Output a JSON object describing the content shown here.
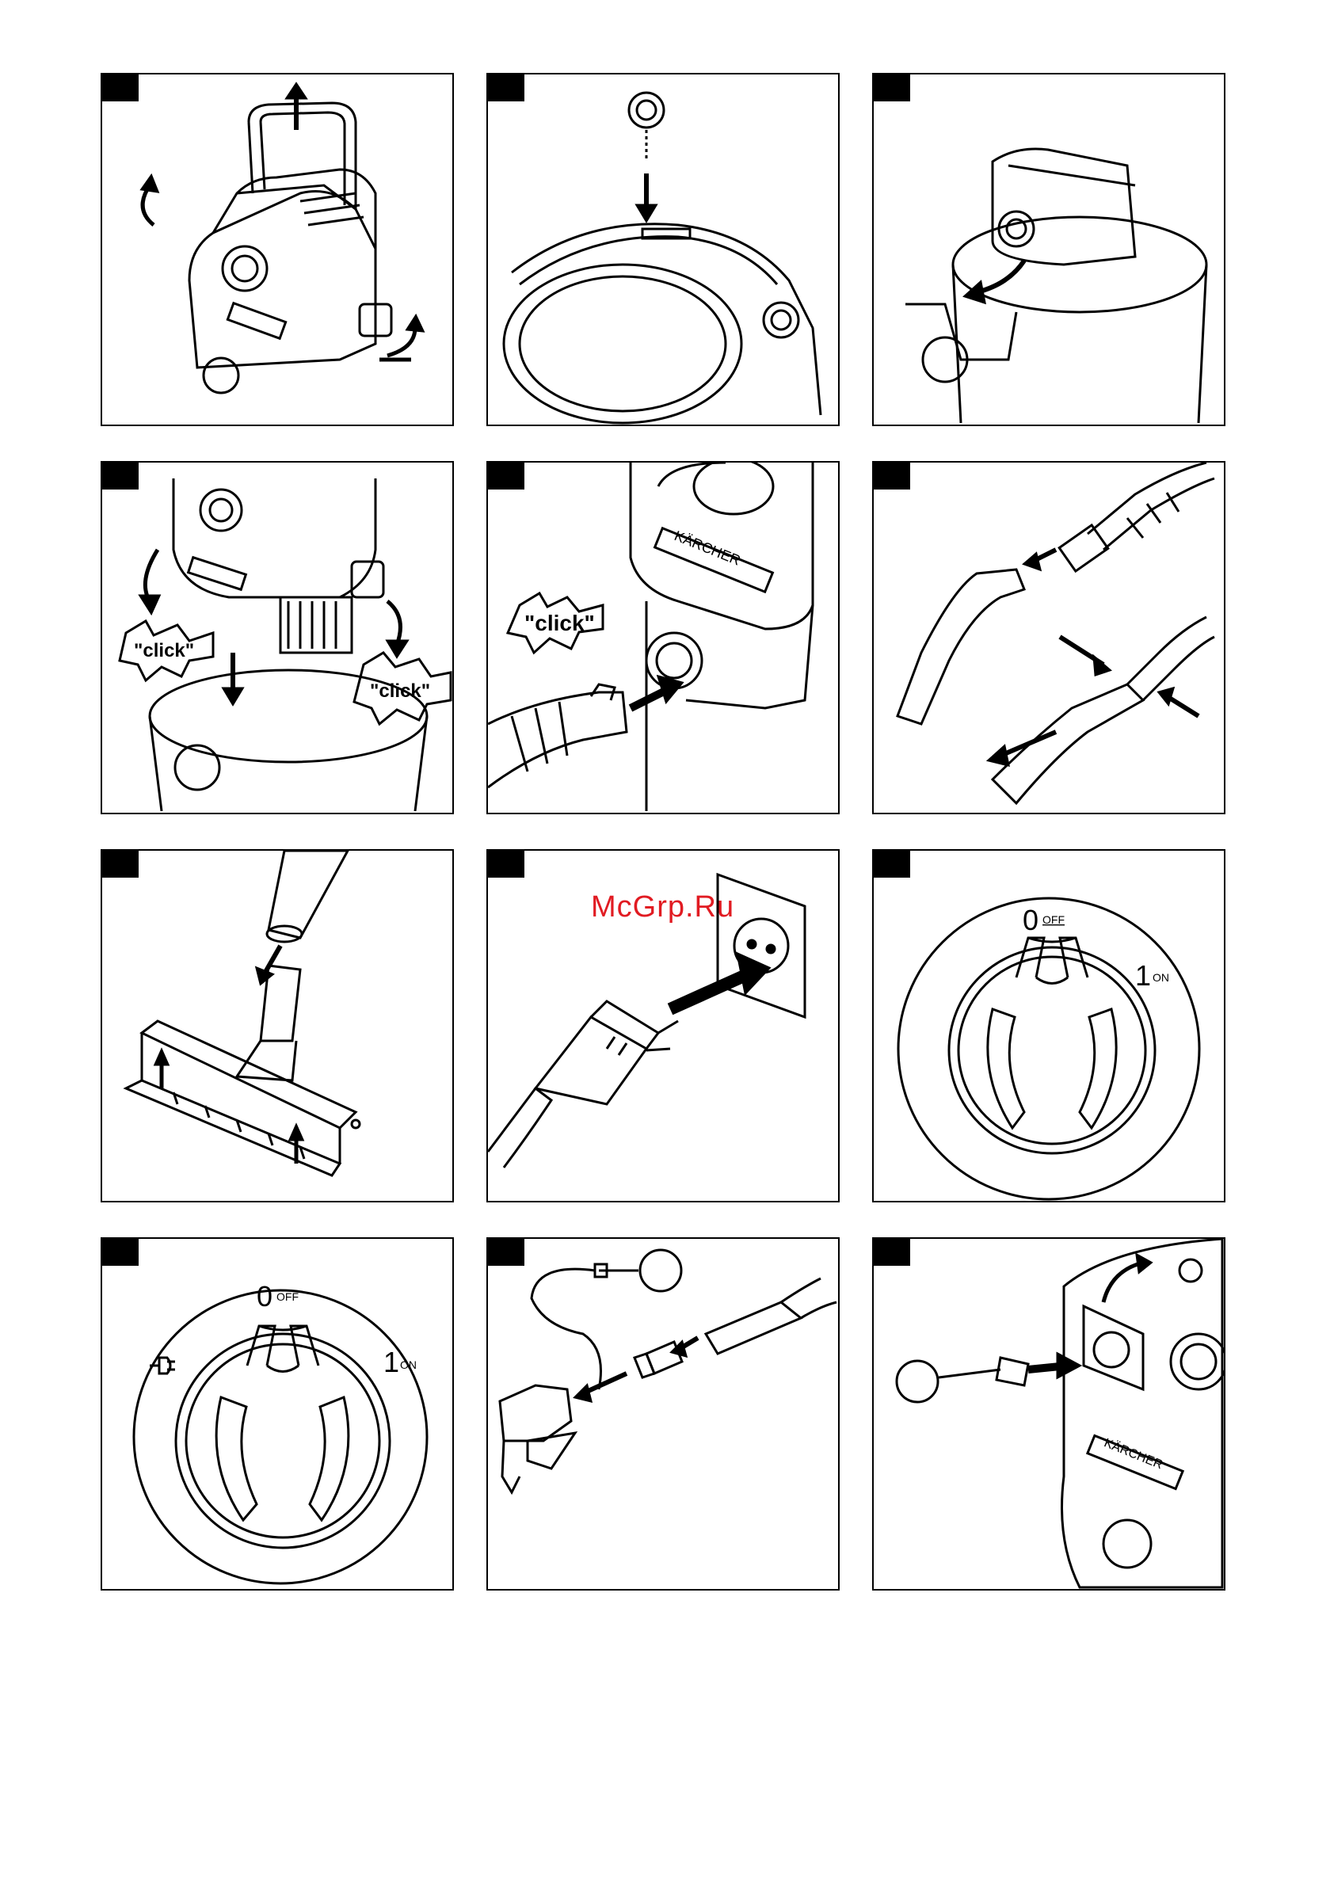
{
  "watermark": "McGrp.Ru",
  "brand": "KÄRCHER",
  "click_label": "\"click\"",
  "dial": {
    "off_number": "0",
    "off_text": "OFF",
    "on_number": "1",
    "on_text": "ON"
  },
  "colors": {
    "line": "#000000",
    "tab": "#000000",
    "watermark": "#e11b22"
  },
  "panels": [
    {
      "row": 1,
      "col": 1,
      "figure": "lift-handle"
    },
    {
      "row": 1,
      "col": 2,
      "figure": "float-valve"
    },
    {
      "row": 1,
      "col": 3,
      "figure": "filter-bag"
    },
    {
      "row": 2,
      "col": 1,
      "figure": "attach-head-click"
    },
    {
      "row": 2,
      "col": 2,
      "figure": "hose-connect-click"
    },
    {
      "row": 2,
      "col": 3,
      "figure": "hose-handle"
    },
    {
      "row": 3,
      "col": 1,
      "figure": "floor-nozzle"
    },
    {
      "row": 3,
      "col": 2,
      "figure": "mains-plug"
    },
    {
      "row": 3,
      "col": 3,
      "figure": "switch-dial-2pos"
    },
    {
      "row": 4,
      "col": 1,
      "figure": "switch-dial-3pos"
    },
    {
      "row": 4,
      "col": 2,
      "figure": "power-tool-adapter"
    },
    {
      "row": 4,
      "col": 3,
      "figure": "appliance-socket"
    }
  ]
}
